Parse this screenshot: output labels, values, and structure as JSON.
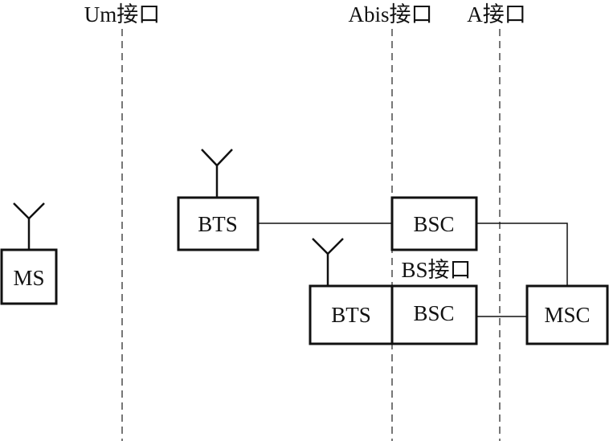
{
  "interfaces": {
    "um": "Um接口",
    "abis": "Abis接口",
    "a": "A接口",
    "bs": "BS接口"
  },
  "nodes": {
    "ms": "MS",
    "bts_top": "BTS",
    "bsc_top": "BSC",
    "bts_bottom": "BTS",
    "bsc_bottom": "BSC",
    "msc": "MSC"
  }
}
